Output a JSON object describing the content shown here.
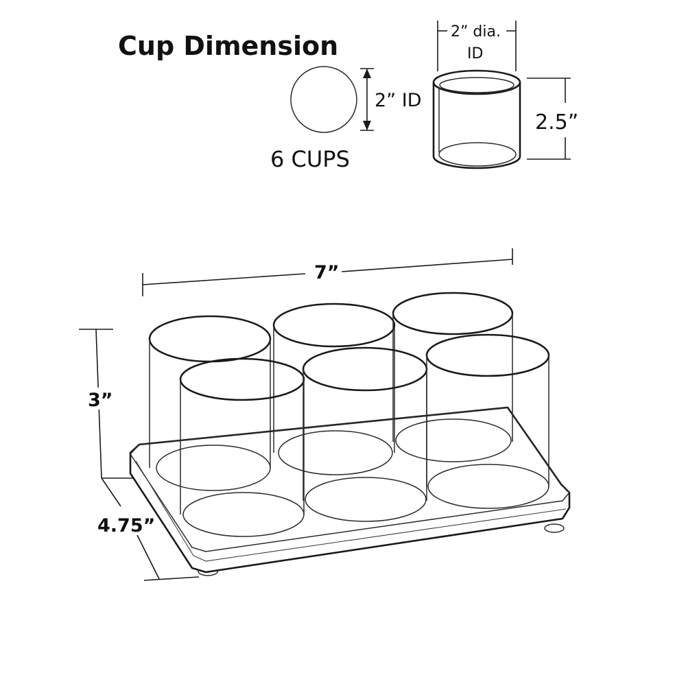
{
  "title": "Cup Dimension",
  "cup_count_label": "6 CUPS",
  "cup_top_view": {
    "id_label": "2” ID"
  },
  "cup_side_view": {
    "diameter_label_line1": "2” dia.",
    "diameter_label_line2": "ID",
    "height_label": "2.5”"
  },
  "tray_dimensions": {
    "width_label": "7”",
    "height_label": "3”",
    "depth_label": "4.75”"
  },
  "cup_count": 6
}
